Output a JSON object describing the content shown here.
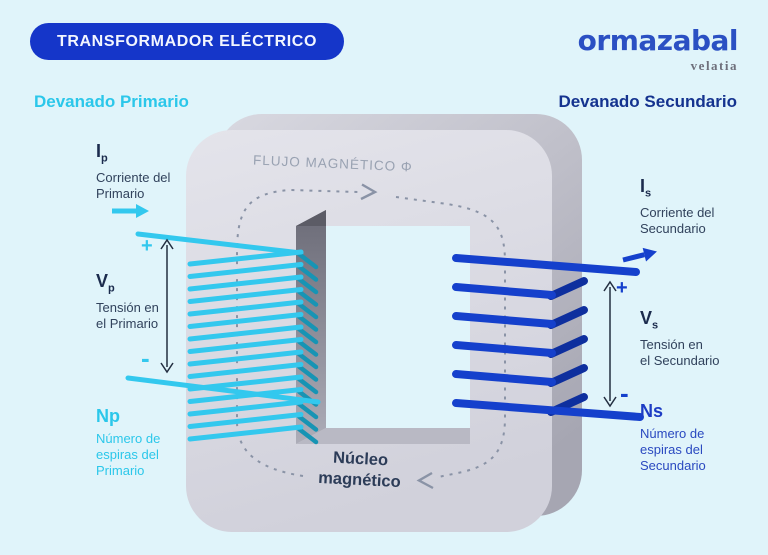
{
  "page_title": "TRANSFORMADOR ELÉCTRICO",
  "logo": {
    "brand": "ormazabal",
    "sub_brand": "velatia"
  },
  "windings": {
    "primary_heading": "Devanado Primario",
    "secondary_heading": "Devanado Secundario"
  },
  "primary": {
    "current": {
      "symbol": "I",
      "subscript": "p",
      "line1": "Corriente del",
      "line2": "Primario"
    },
    "voltage": {
      "symbol": "V",
      "subscript": "p",
      "line1": "Tensión en",
      "line2": "el Primario"
    },
    "turns": {
      "symbol": "Np",
      "line1": "Número de",
      "line2": "espiras del",
      "line3": "Primario"
    },
    "plus": "+",
    "minus": "-"
  },
  "secondary": {
    "current": {
      "symbol": "I",
      "subscript": "s",
      "line1": "Corriente del",
      "line2": "Secundario"
    },
    "voltage": {
      "symbol": "V",
      "subscript": "s",
      "line1": "Tensión en",
      "line2": "el Secundario"
    },
    "turns": {
      "symbol": "Ns",
      "line1": "Número de",
      "line2": "espiras del",
      "line3": "Secundario"
    },
    "plus": "+",
    "minus": "-"
  },
  "core": {
    "flux_label": "FLUJO MAGNÉTICO Φ",
    "label_line1": "Núcleo",
    "label_line2": "magnético"
  },
  "colors": {
    "background": "#e0f4fa",
    "title_badge": "#1536c9",
    "primary_cyan": "#33c8ee",
    "primary_dark_cyan": "#1794b4",
    "secondary_blue": "#1540cc",
    "secondary_dark_blue": "#0e2f9e",
    "core_gray": "#d8d8e0",
    "flux_gray": "#8a93a6",
    "text_navy": "#31425c",
    "logo_blue": "#2b50c3"
  }
}
